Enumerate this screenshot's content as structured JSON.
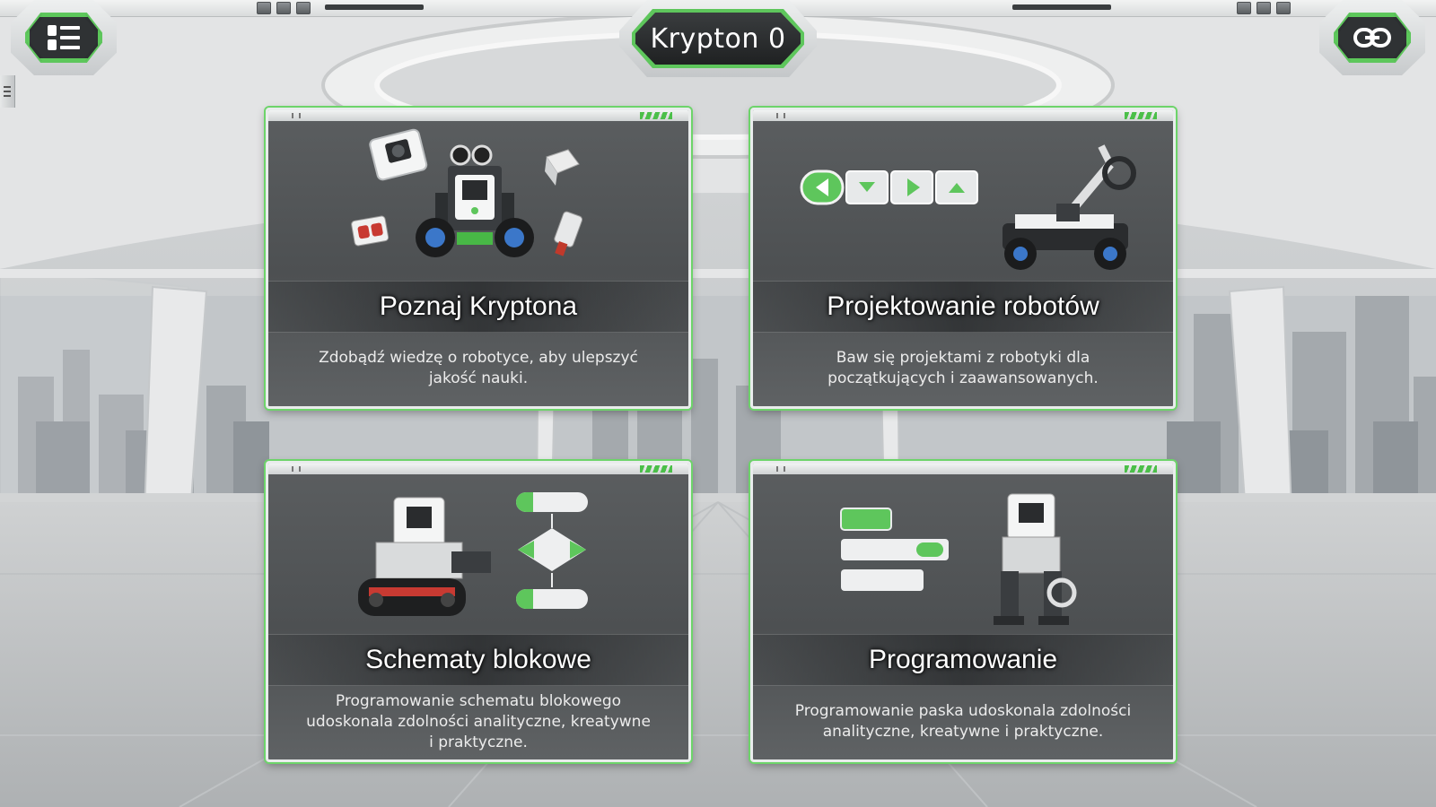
{
  "header": {
    "title": "Krypton 0",
    "menu_icon": "list-menu-icon",
    "link_icon": "chain-link-icon"
  },
  "cards": [
    {
      "title": "Poznaj Kryptona",
      "description": "Zdobądź wiedzę o robotyce, aby ulepszyć jakość nauki.",
      "icon": "robot-parts-icon"
    },
    {
      "title": "Projektowanie robotów",
      "description": "Baw się projektami z robotyki dla początkujących i zaawansowanych.",
      "icon": "robot-arm-vehicle-icon"
    },
    {
      "title": "Schematy blokowe",
      "description": "Programowanie schematu blokowego udoskonala zdolności analityczne, kreatywne i praktyczne.",
      "icon": "flowchart-icon"
    },
    {
      "title": "Programowanie",
      "description": "Programowanie paska udoskonala zdolności analityczne, kreatywne i praktyczne.",
      "icon": "code-blocks-icon"
    }
  ],
  "colors": {
    "accent_green": "#5ec65c",
    "panel_dark": "#4f5254",
    "frame_light": "#e9ecec"
  }
}
